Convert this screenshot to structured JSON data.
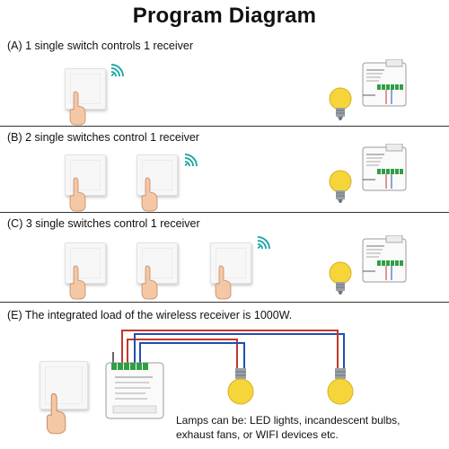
{
  "title": "Program Diagram",
  "sections": [
    {
      "label": "(A) 1 single switch controls 1 receiver"
    },
    {
      "label": "(B) 2 single switches control 1 receiver"
    },
    {
      "label": "(C) 3 single switches control 1 receiver"
    },
    {
      "label": "(E) The integrated load of the wireless receiver is 1000W."
    }
  ],
  "caption": {
    "line1": "Lamps can be: LED lights, incandescent bulbs,",
    "line2": "exhaust fans, or WIFI devices etc."
  },
  "colors": {
    "wire_red": "#c0392b",
    "wire_blue": "#1f4fb5",
    "terminal_green": "#2f9e44",
    "bulb_yellow": "#f6d53a",
    "bulb_base": "#9aa0a6",
    "wifi_teal": "#13a3a3",
    "skin": "#f4c7a5"
  },
  "icons": [
    "wifi-icon",
    "finger-icon",
    "bulb-icon",
    "receiver-icon",
    "switch-icon"
  ]
}
